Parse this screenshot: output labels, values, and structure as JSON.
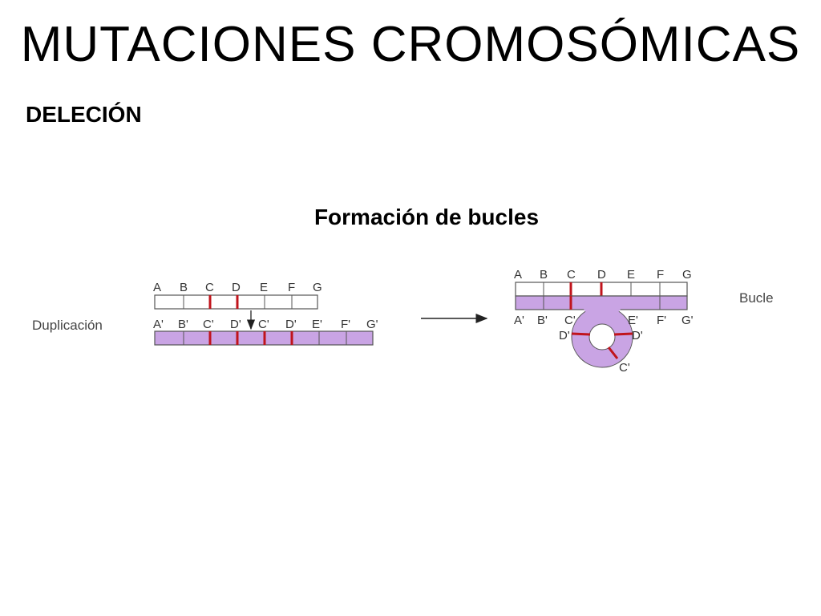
{
  "title": "MUTACIONES CROMOSÓMICAS",
  "subtitle": "DELECIÓN",
  "figure": {
    "caption": "Formación de bucles",
    "left_label": "Duplicación",
    "right_label": "Bucle",
    "left_top_genes": [
      "A",
      "B",
      "C",
      "D",
      "E",
      "F",
      "G"
    ],
    "left_bottom_genes": [
      "A'",
      "B'",
      "C'",
      "D'",
      "C'",
      "D'",
      "E'",
      "F'",
      "G'"
    ],
    "right_top_genes": [
      "A",
      "B",
      "C",
      "D",
      "E",
      "F",
      "G"
    ],
    "right_bottom_genes": [
      "A'",
      "B'",
      "C'",
      "E'",
      "F'",
      "G'"
    ],
    "right_loop_genes": [
      "D'",
      "D'",
      "C'"
    ],
    "colors": {
      "normal_strand": "#ffffff",
      "duplicated_strand": "#c9a4e4",
      "marker": "#c0141c",
      "outline": "#555555"
    }
  }
}
